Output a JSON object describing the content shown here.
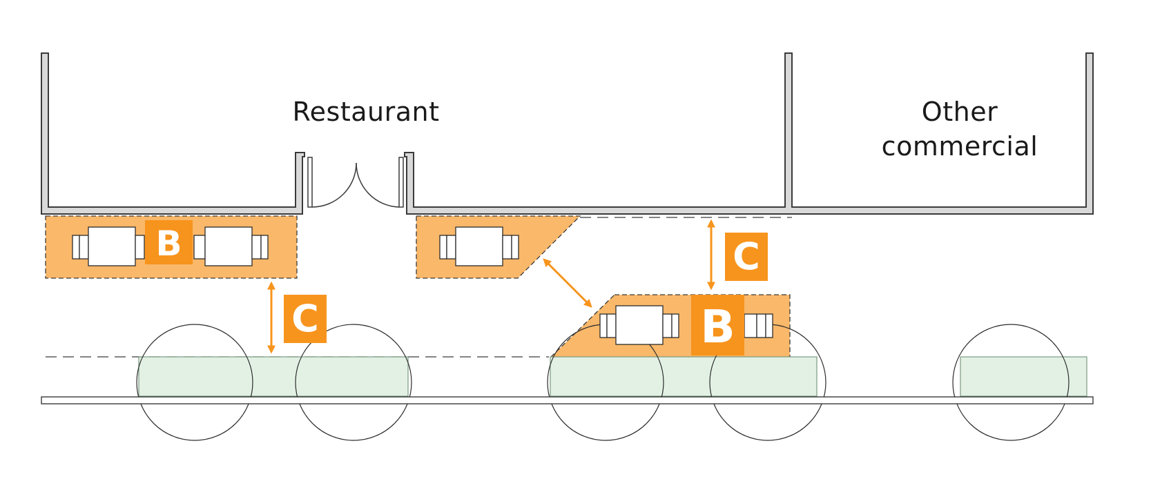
{
  "labels": {
    "restaurant": "Restaurant",
    "other_line1": "Other",
    "other_line2": "commercial"
  },
  "badges": {
    "b_left": "B",
    "b_right": "B",
    "c_left": "C",
    "c_right": "C"
  },
  "colors": {
    "wall_fill": "#d9d9d9",
    "wall_stroke": "#3a3a3a",
    "seating_zone": "#f9b86a",
    "accent": "#f7941d",
    "planter": "#e3f1e5",
    "planter_stroke": "#7a9a80"
  }
}
